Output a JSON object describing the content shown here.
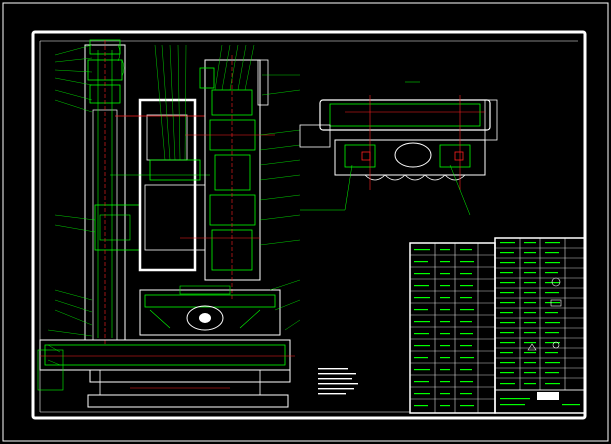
{
  "drawing": {
    "background_color": "#000000",
    "frame_color": "#ffffff",
    "geometry_color": "#00ff00",
    "centerline_color": "#ff2020"
  },
  "title_block": {
    "rows": 14,
    "columns": 4
  },
  "parts_list": {
    "rows": 16,
    "columns": 4
  },
  "icons": [
    "front-elevation-view",
    "top-section-view",
    "technical-notes-block"
  ]
}
